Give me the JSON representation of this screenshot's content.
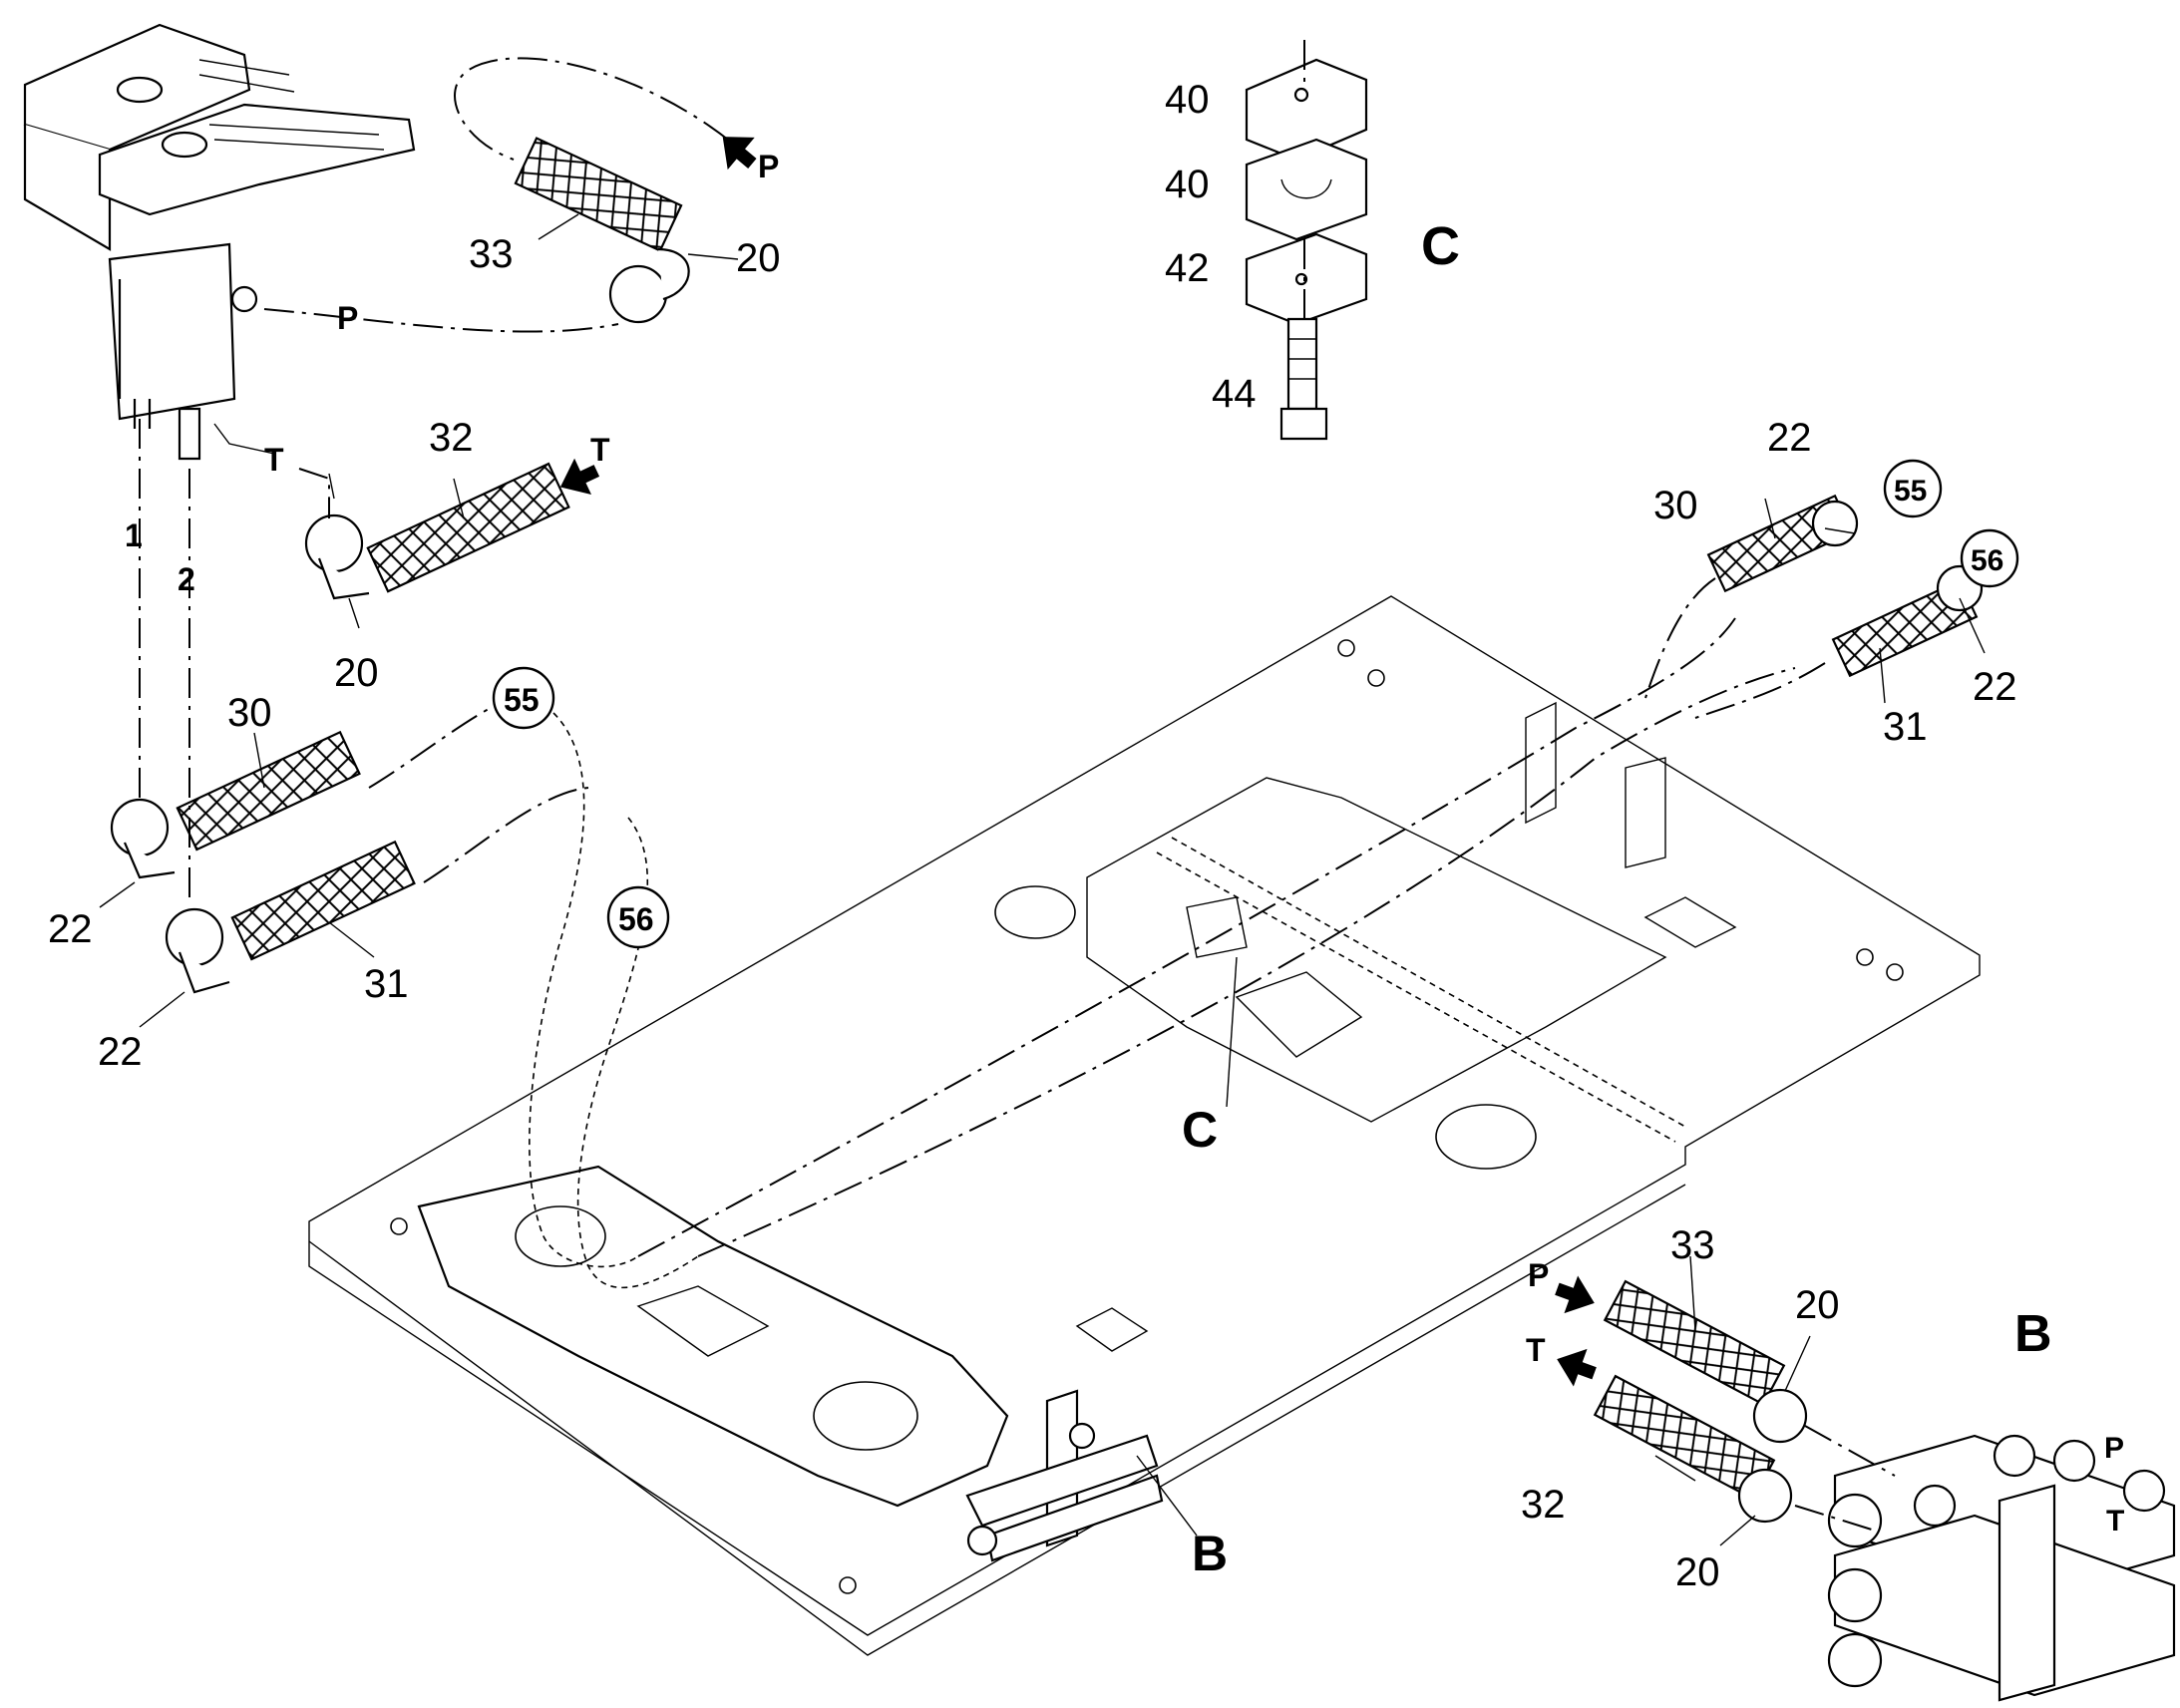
{
  "labels": {
    "p20_top": "20",
    "p33_top": "33",
    "p32_mid": "32",
    "p20_mid": "20",
    "p30_left": "30",
    "p22_left_a": "22",
    "p22_left_b": "22",
    "p31_left": "31",
    "p40_a": "40",
    "p40_b": "40",
    "p42": "42",
    "p44": "44",
    "p22_right_a": "22",
    "p30_right": "30",
    "p31_right": "31",
    "p22_right_b": "22",
    "p33_bot": "33",
    "p20_bot_a": "20",
    "p32_bot": "32",
    "p20_bot_b": "20",
    "line1": "1",
    "line2": "2"
  },
  "callouts": {
    "c55_left": "55",
    "c56_left": "56",
    "c55_right": "55",
    "c56_right": "56"
  },
  "ports": {
    "P_valve": "P",
    "T_valve": "T",
    "P_arrow_top": "P",
    "T_arrow_mid": "T",
    "P_arrow_bot": "P",
    "T_arrow_bot": "T",
    "P_block": "P",
    "T_block": "T"
  },
  "details": {
    "C_top": "C",
    "C_plate": "C",
    "B_right": "B",
    "B_plate": "B"
  }
}
